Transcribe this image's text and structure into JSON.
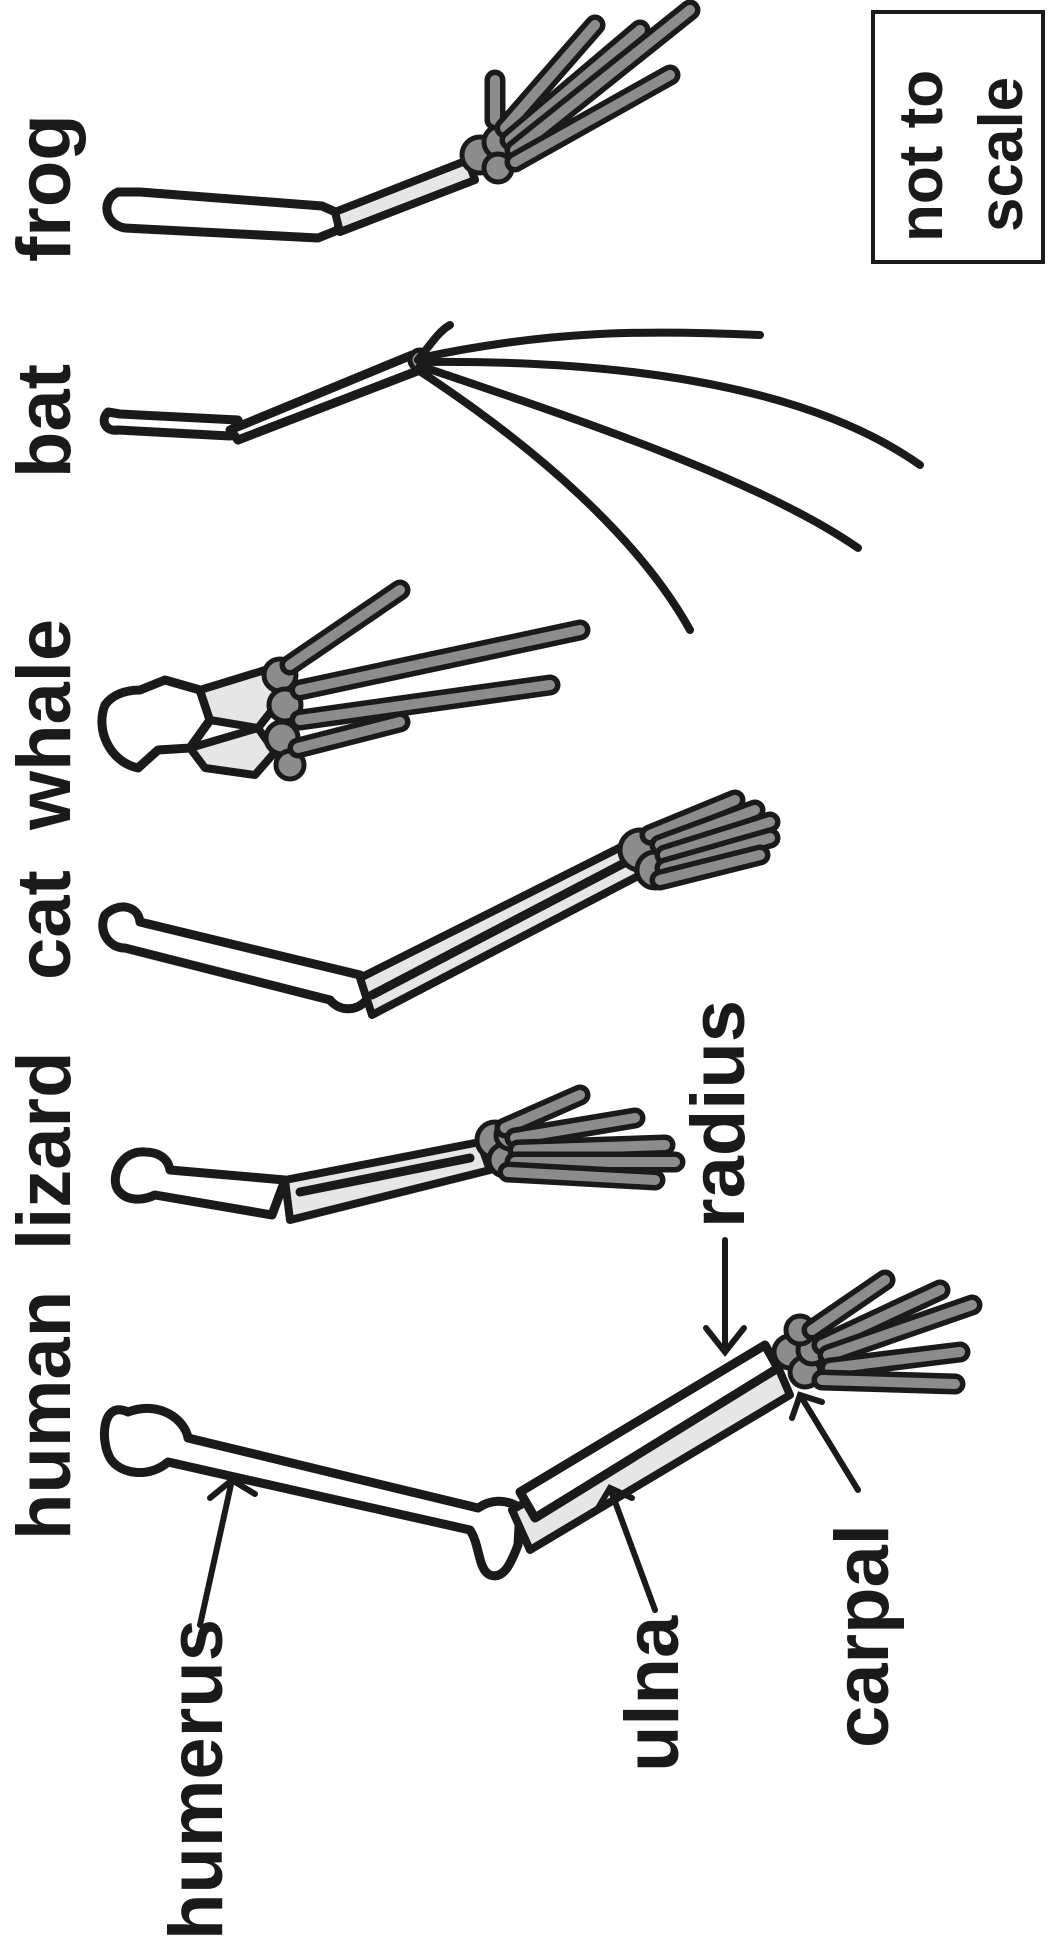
{
  "animals": [
    "human",
    "lizard",
    "cat",
    "whale",
    "bat",
    "frog"
  ],
  "bone_labels": {
    "humerus": "humerus",
    "ulna": "ulna",
    "radius": "radius",
    "carpal": "carpal"
  },
  "scale_note": {
    "line1": "not to",
    "line2": "scale"
  }
}
